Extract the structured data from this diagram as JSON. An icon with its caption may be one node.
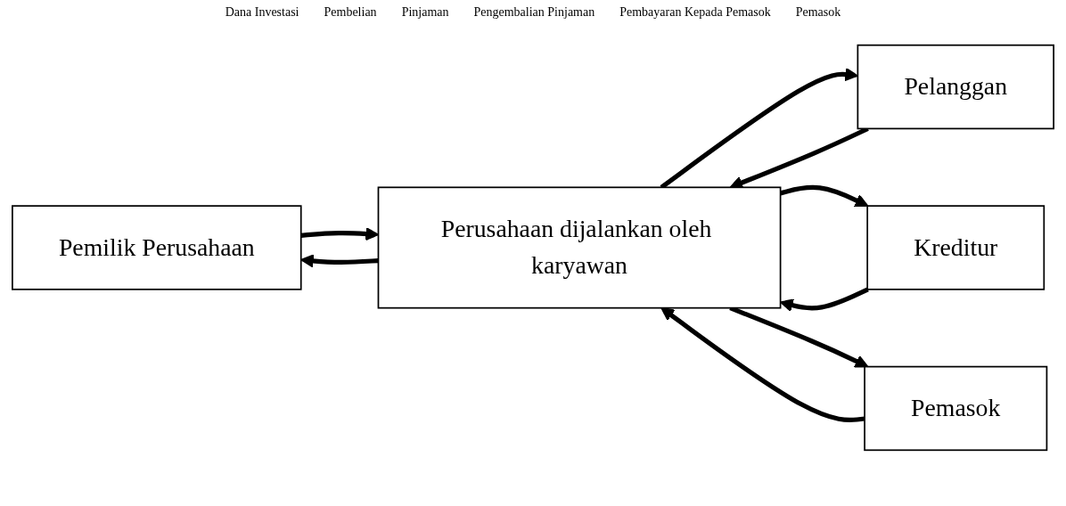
{
  "diagram": {
    "nodes": [
      {
        "text": [
          "Pemilik Perusahaan"
        ]
      },
      {
        "text": [
          "Perusahaan dijalankan oleh karyawan"
        ]
      },
      {
        "text": [
          "Pelanggan"
        ]
      },
      {
        "text": [
          "Kreditur"
        ]
      },
      {
        "text": [
          "Pemasok"
        ]
      }
    ],
    "edges": [
      {
        "from": 0,
        "to": 1,
        "arrow": "to"
      },
      {
        "from": 1,
        "to": 0,
        "arrow": "to"
      },
      {
        "from": 1,
        "to": 2,
        "arrow": "to"
      },
      {
        "from": 2,
        "to": 1,
        "arrow": "to"
      },
      {
        "from": 3,
        "to": 1,
        "arrow": "to"
      },
      {
        "from": 1,
        "to": 3,
        "arrow": "to"
      },
      {
        "from": 1,
        "to": 4,
        "arrow": "to"
      },
      {
        "from": 4,
        "to": 1,
        "arrow": "to"
      }
    ],
    "labels": [
      "Dana Investasi",
      "Pembelian",
      "Pinjaman",
      "Pengembalian Pinjaman",
      "Pembayaran Kepada Pemasok",
      "Pemasok"
    ]
  }
}
